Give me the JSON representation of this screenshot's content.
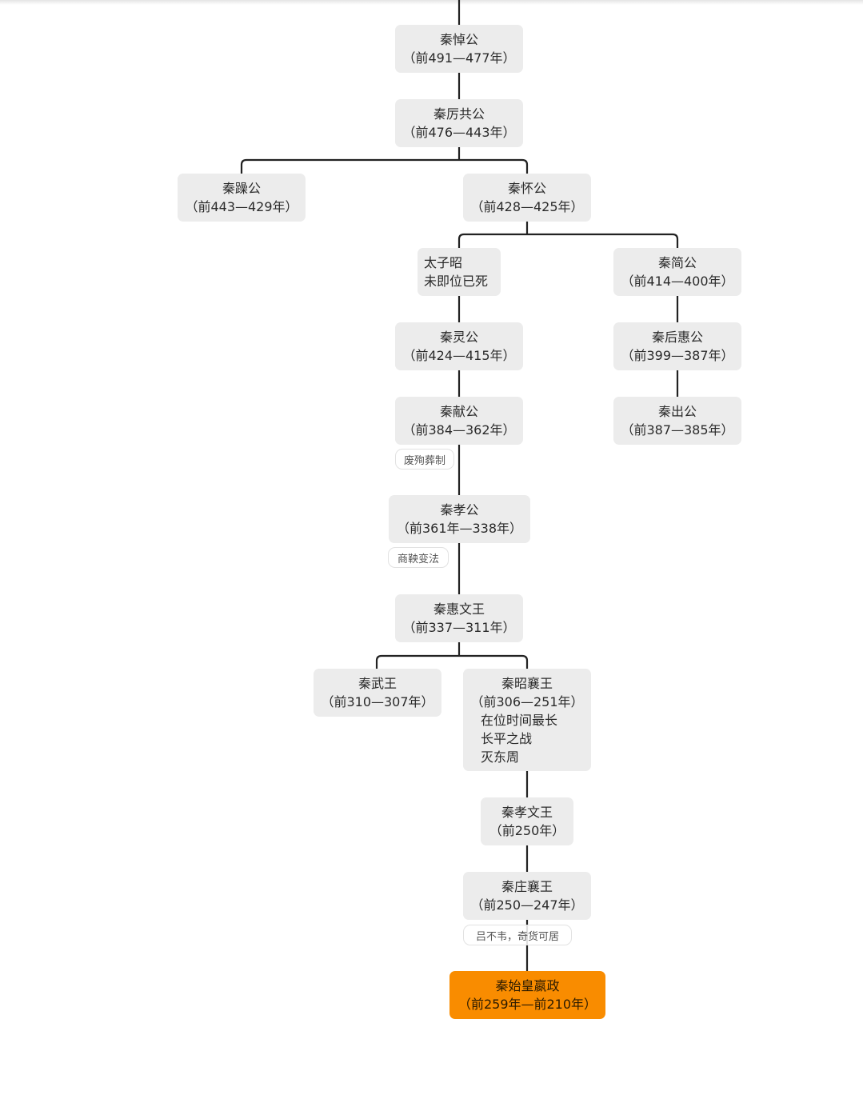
{
  "nodes": {
    "n1": {
      "name": "秦悼公",
      "years": "（前491—477年）"
    },
    "n2": {
      "name": "秦厉共公",
      "years": "（前476—443年）"
    },
    "n3": {
      "name": "秦躁公",
      "years": "（前443—429年）"
    },
    "n4": {
      "name": "秦怀公",
      "years": "（前428—425年）"
    },
    "n5": {
      "name": "太子昭",
      "years": "未即位已死"
    },
    "n6": {
      "name": "秦简公",
      "years": "（前414—400年）"
    },
    "n7": {
      "name": "秦灵公",
      "years": "（前424—415年）"
    },
    "n8": {
      "name": "秦后惠公",
      "years": "（前399—387年）"
    },
    "n9": {
      "name": "秦献公",
      "years": "（前384—362年）"
    },
    "n10": {
      "name": "秦出公",
      "years": "（前387—385年）"
    },
    "n11": {
      "name": "秦孝公",
      "years": "（前361年—338年）"
    },
    "n12": {
      "name": "秦惠文王",
      "years": "（前337—311年）"
    },
    "n13": {
      "name": "秦武王",
      "years": "（前310—307年）"
    },
    "n14": {
      "name": "秦昭襄王",
      "years": "（前306—251年）",
      "notes": [
        "在位时间最长",
        "长平之战",
        "灭东周"
      ]
    },
    "n15": {
      "name": "秦孝文王",
      "years": "（前250年）"
    },
    "n16": {
      "name": "秦庄襄王",
      "years": "（前250—247年）"
    },
    "n17": {
      "name": "秦始皇嬴政",
      "years": "（前259年—前210年）"
    }
  },
  "tags": {
    "t1": "废殉葬制",
    "t2": "商鞅变法",
    "t3": "吕不韦，奇货可居"
  },
  "colors": {
    "node": "#ececec",
    "highlight": "#f98c00",
    "line": "#222222"
  }
}
